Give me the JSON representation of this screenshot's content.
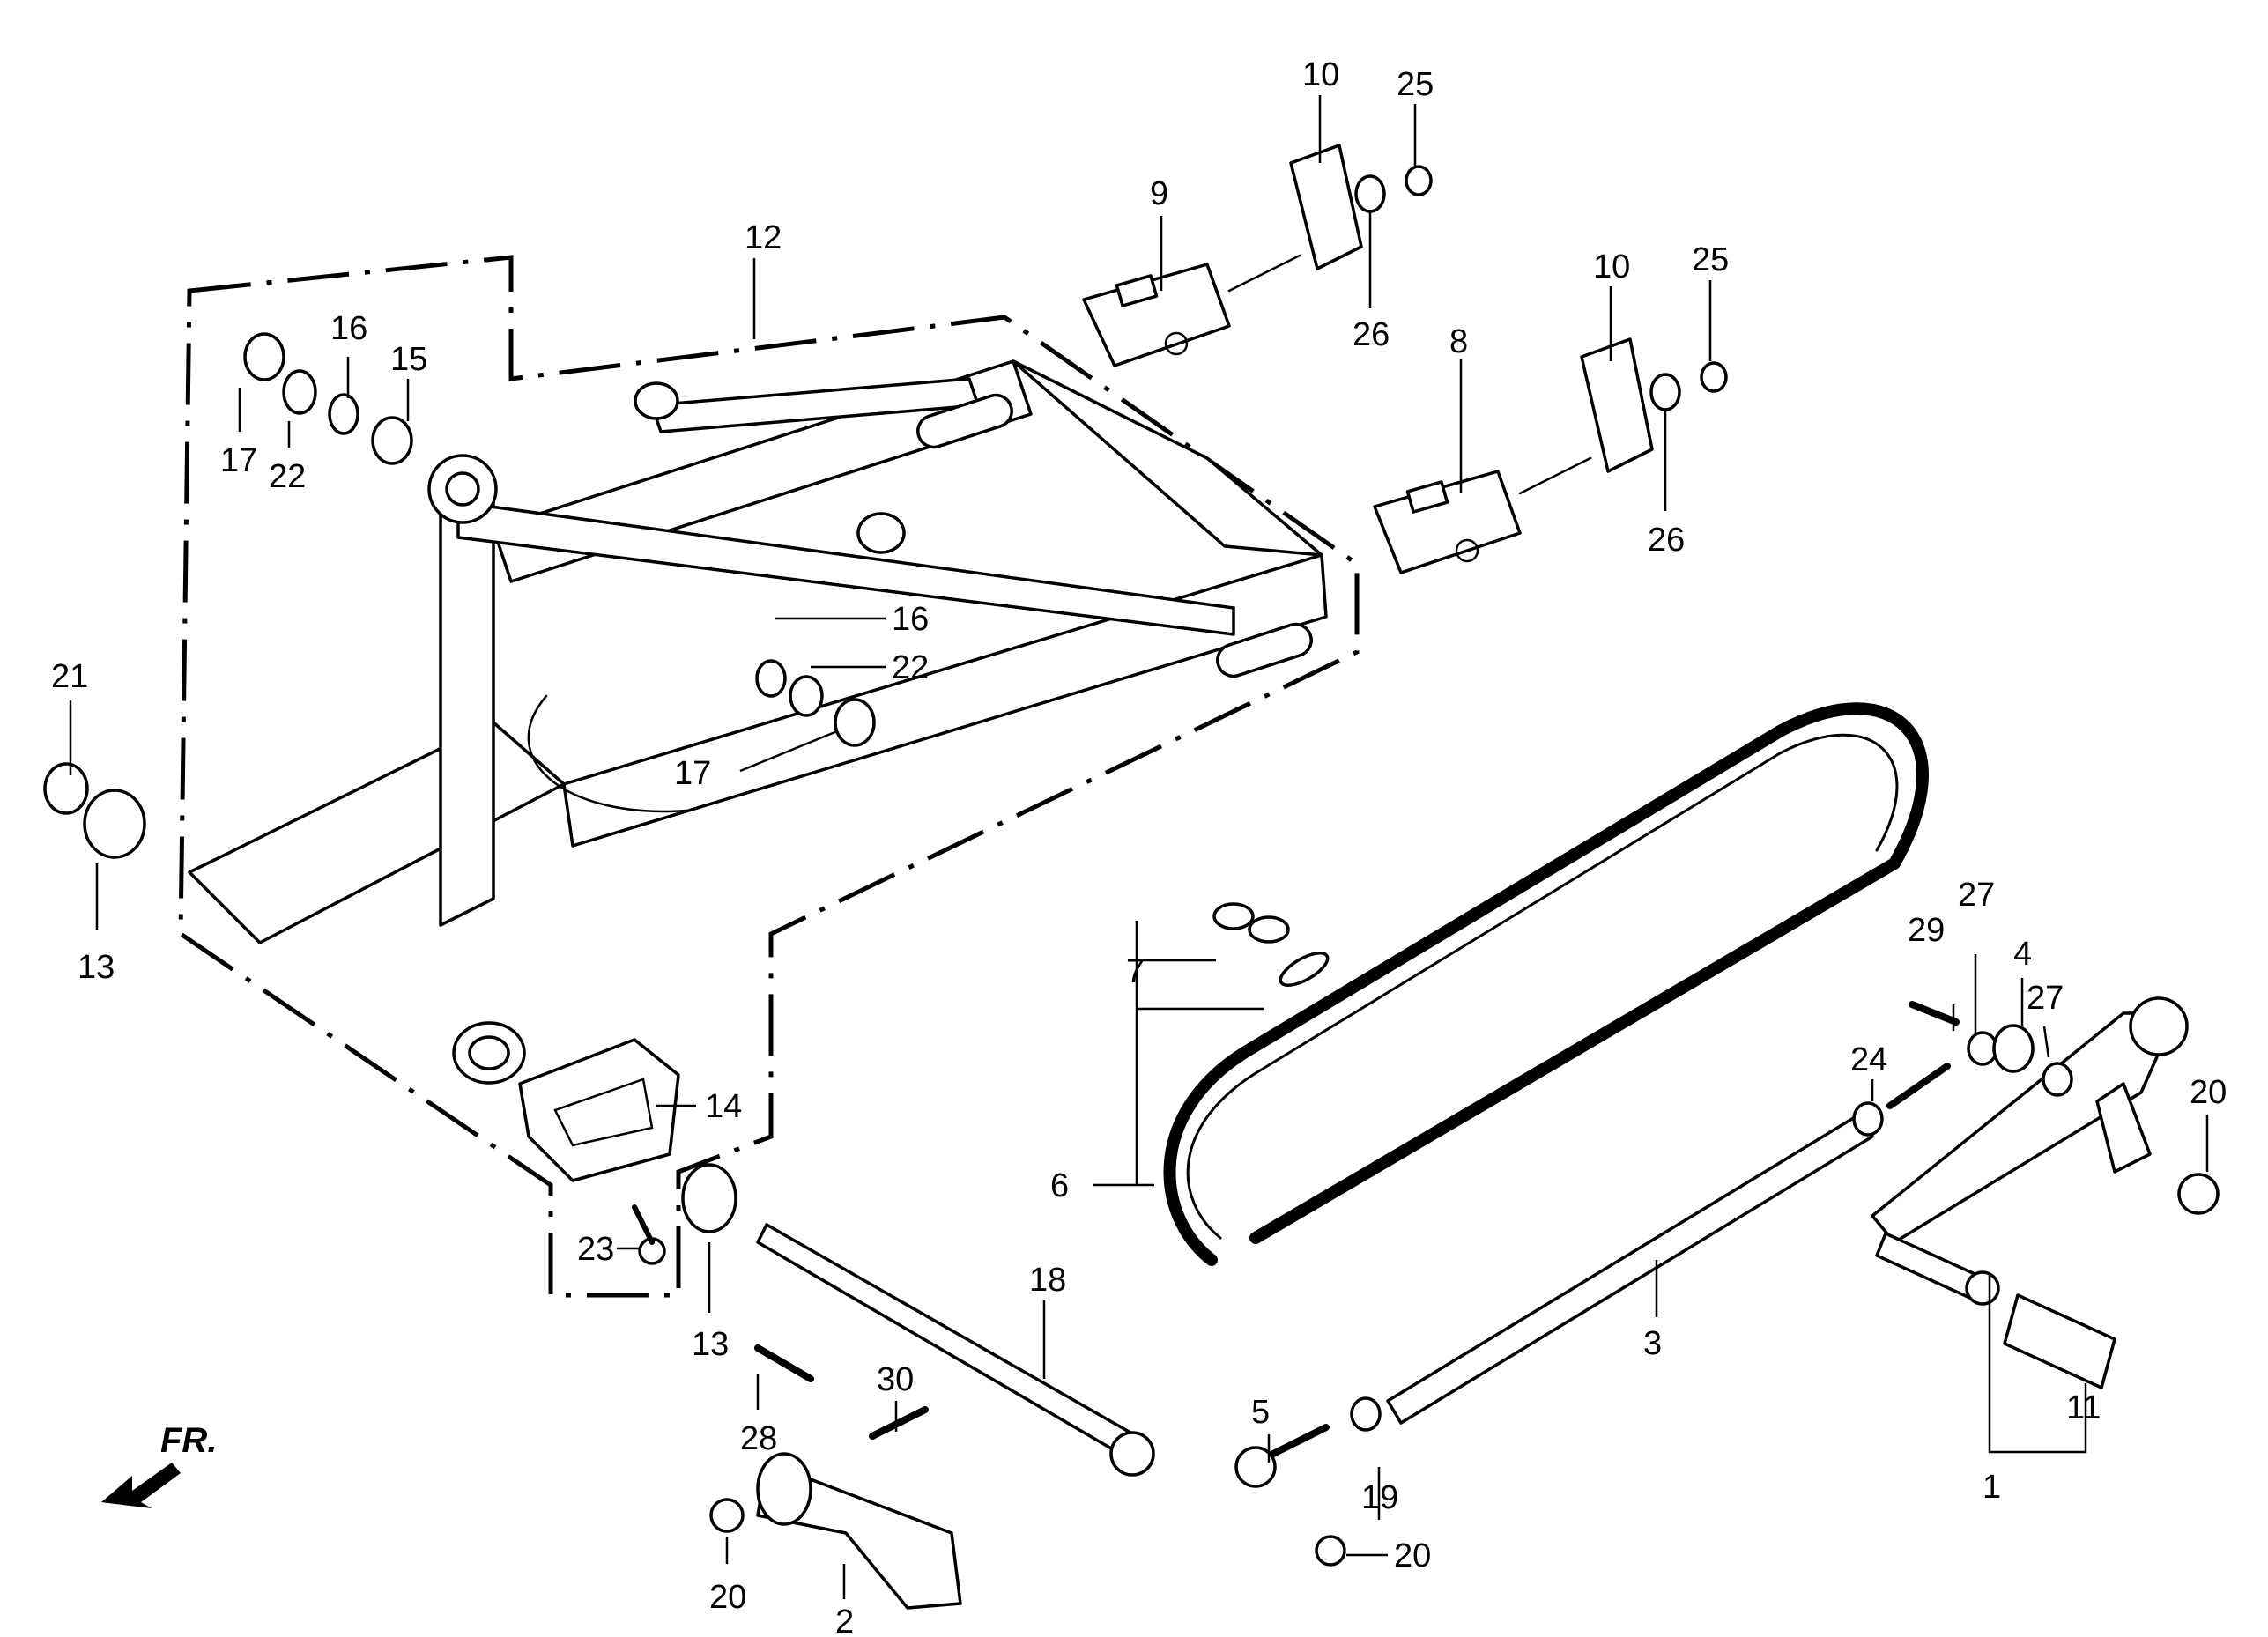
{
  "labels": {
    "p1": "1",
    "p2": "2",
    "p3": "3",
    "p4": "4",
    "p5": "5",
    "p6": "6",
    "p7": "7",
    "p8": "8",
    "p9": "9",
    "p10a": "10",
    "p10b": "10",
    "p11": "11",
    "p12": "12",
    "p13a": "13",
    "p13b": "13",
    "p14": "14",
    "p15": "15",
    "p16a": "16",
    "p16b": "16",
    "p17a": "17",
    "p17b": "17",
    "p18": "18",
    "p19": "19",
    "p20a": "20",
    "p20b": "20",
    "p20c": "20",
    "p21": "21",
    "p22a": "22",
    "p22b": "22",
    "p23": "23",
    "p24": "24",
    "p25a": "25",
    "p25b": "25",
    "p26a": "26",
    "p26b": "26",
    "p27a": "27",
    "p27b": "27",
    "p28": "28",
    "p29": "29",
    "p30": "30"
  },
  "front_indicator": "FR."
}
